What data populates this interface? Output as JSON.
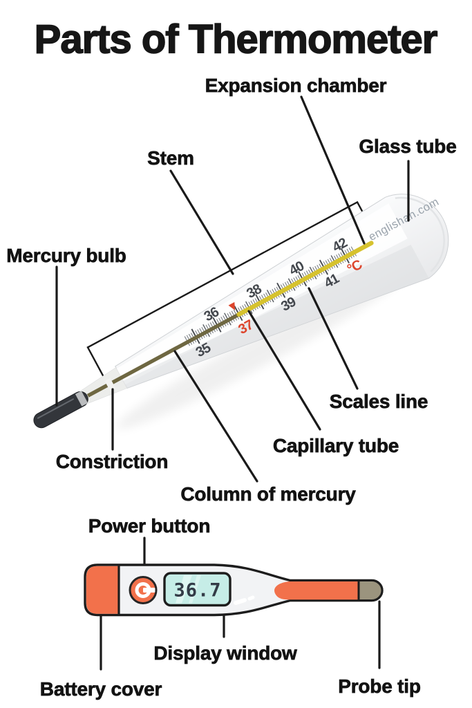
{
  "title": "Parts of Thermometer",
  "watermark": "englishan.com",
  "analog_thermometer": {
    "labels": {
      "expansion_chamber": "Expansion chamber",
      "glass_tube": "Glass tube",
      "stem": "Stem",
      "mercury_bulb": "Mercury bulb",
      "scales_line": "Scales line",
      "capillary_tube": "Capillary tube",
      "constriction": "Constriction",
      "column_of_mercury": "Column of mercury"
    },
    "scale": {
      "upper": [
        "36",
        "38",
        "40",
        "42"
      ],
      "lower": [
        "35",
        "37",
        "39",
        "41"
      ],
      "unit": "°C"
    }
  },
  "digital_thermometer": {
    "labels": {
      "power_button": "Power button",
      "display_window": "Display window",
      "battery_cover": "Battery cover",
      "probe_tip": "Probe tip"
    },
    "display_value": "36.7"
  },
  "colors": {
    "orange": "#F2714B",
    "mercury": "#D6C22E",
    "red": "#DD452C",
    "display": "#C6EDE7",
    "tip": "#9B947E",
    "line": "#1A1A1A"
  }
}
